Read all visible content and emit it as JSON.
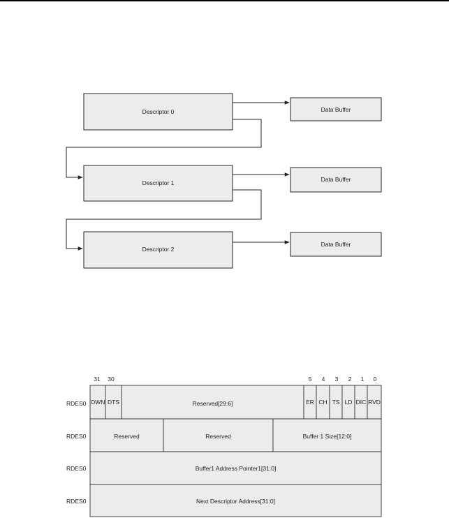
{
  "chain": {
    "descriptors": [
      "Descriptor 0",
      "Descriptor 1",
      "Descriptor 2"
    ],
    "buffers": [
      "Data Buffer",
      "Data Buffer",
      "Data Buffer"
    ]
  },
  "register": {
    "bit_numbers": {
      "b31": "31",
      "b30": "30",
      "b5": "5",
      "b4": "4",
      "b3": "3",
      "b2": "2",
      "b1": "1",
      "b0": "0"
    },
    "row_labels": [
      "RDES0",
      "RDES0",
      "RDES0",
      "RDES0"
    ],
    "row0": {
      "own": "OWN",
      "dts": "DTS",
      "reserved": "Reserved[29:6]",
      "er": "ER",
      "ch": "CH",
      "ts": "TS",
      "ld": "LD",
      "dic": "DIC",
      "rvd": "RVD"
    },
    "row1": {
      "reserved_a": "Reserved",
      "reserved_b": "Reserved",
      "buffer_size": "Buffer 1 Size[12:0]"
    },
    "row2": {
      "buffer_pointer": "Buffer1 Address Pointer1[31:0]"
    },
    "row3": {
      "next_address": "Next Descriptor Address[31:0]"
    }
  }
}
